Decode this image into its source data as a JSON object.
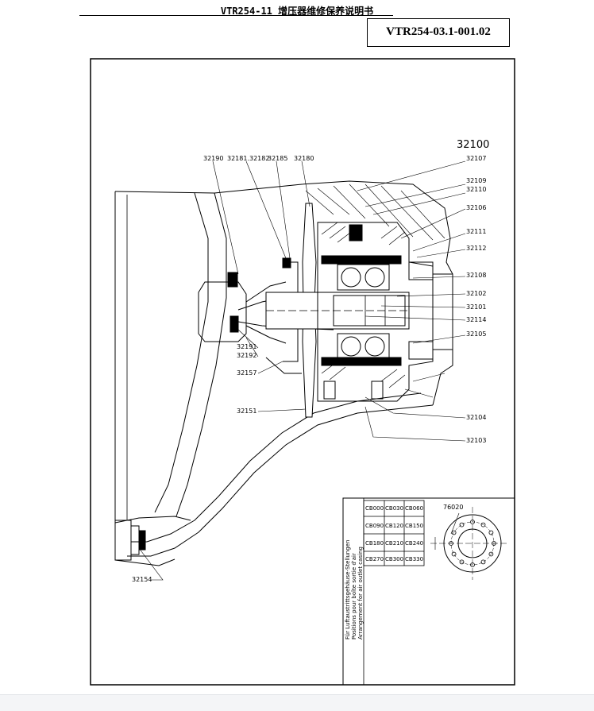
{
  "header": {
    "title": "VTR254-11 增压器维修保养说明书",
    "doc_code": "VTR254-03.1-001.02"
  },
  "drawing": {
    "assembly_number": "32100",
    "top_labels": [
      "32190",
      "32181.32182",
      "32185",
      "32180"
    ],
    "right_labels": [
      "32107",
      "32109",
      "32110",
      "32106",
      "32111",
      "32112",
      "32108",
      "32102",
      "32101",
      "32114",
      "32105",
      "32104",
      "32103"
    ],
    "left_labels": [
      "32191",
      "32192",
      "32157",
      "32151",
      "32154"
    ],
    "detail_label": "76020"
  },
  "inset": {
    "caption_lines": [
      "Für Luftaustrittsgehäuse-Stellungen",
      "Positions pour boîte sortie d'air",
      "Arrangement for air outlet casing"
    ],
    "grid": [
      [
        "CB000",
        "CB030",
        "CB060"
      ],
      [
        "CB090",
        "CB120",
        "CB150"
      ],
      [
        "CB180",
        "CB210",
        "CB240"
      ],
      [
        "CB270",
        "CB300",
        "CB330"
      ]
    ]
  }
}
